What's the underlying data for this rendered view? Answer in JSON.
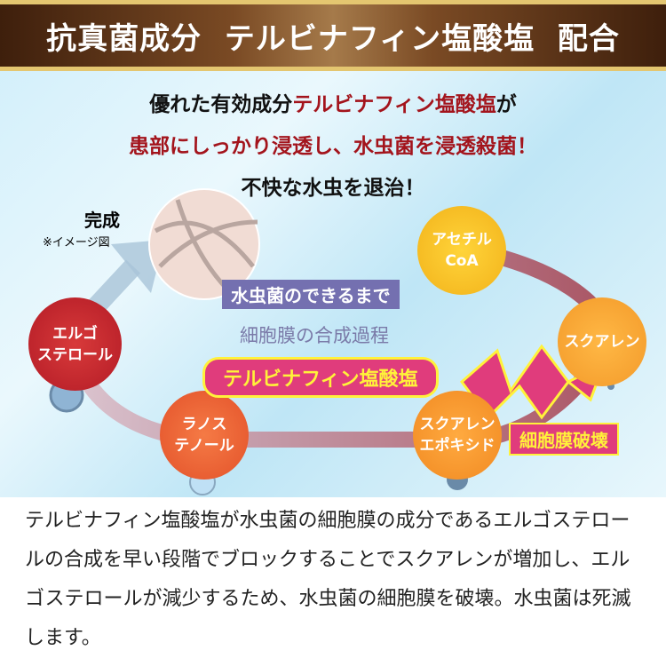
{
  "header": {
    "title": "抗真菌成分  テルビナフィン塩酸塩  配合"
  },
  "lead": {
    "line1_a": "優れた有効成分",
    "line1_b": "テルビナフィン塩酸塩",
    "line1_c": "が",
    "line2": "患部にしっかり浸透し、水虫菌を浸透殺菌！",
    "line3": "不快な水虫を退治！"
  },
  "diagram": {
    "complete_label": "完成",
    "image_note": "※イメージ図",
    "title_box": "水虫菌のできるまで",
    "subtitle": "細胞膜の合成過程",
    "drug_callout": "テルビナフィン塩酸塩",
    "destroy_label": "細胞膜破壊",
    "nodes": {
      "acetyl": "アセチル\nCoA",
      "squalene": "スクアレン",
      "epoxide": "スクアレン\nエポキシド",
      "lanosterol": "ラノス\nテノール",
      "ergosterol": "エルゴ\nステロール"
    },
    "colors": {
      "purple": "#7470b0",
      "pink": "#e03c7c",
      "yellow": "#fff23a"
    }
  },
  "body": {
    "text": "テルビナフィン塩酸塩が水虫菌の細胞膜の成分であるエルゴステロールの合成を早い段階でブロックすることでスクアレンが増加し、エルゴステロールが減少するため、水虫菌の細胞膜を破壊。水虫菌は死滅します。"
  }
}
